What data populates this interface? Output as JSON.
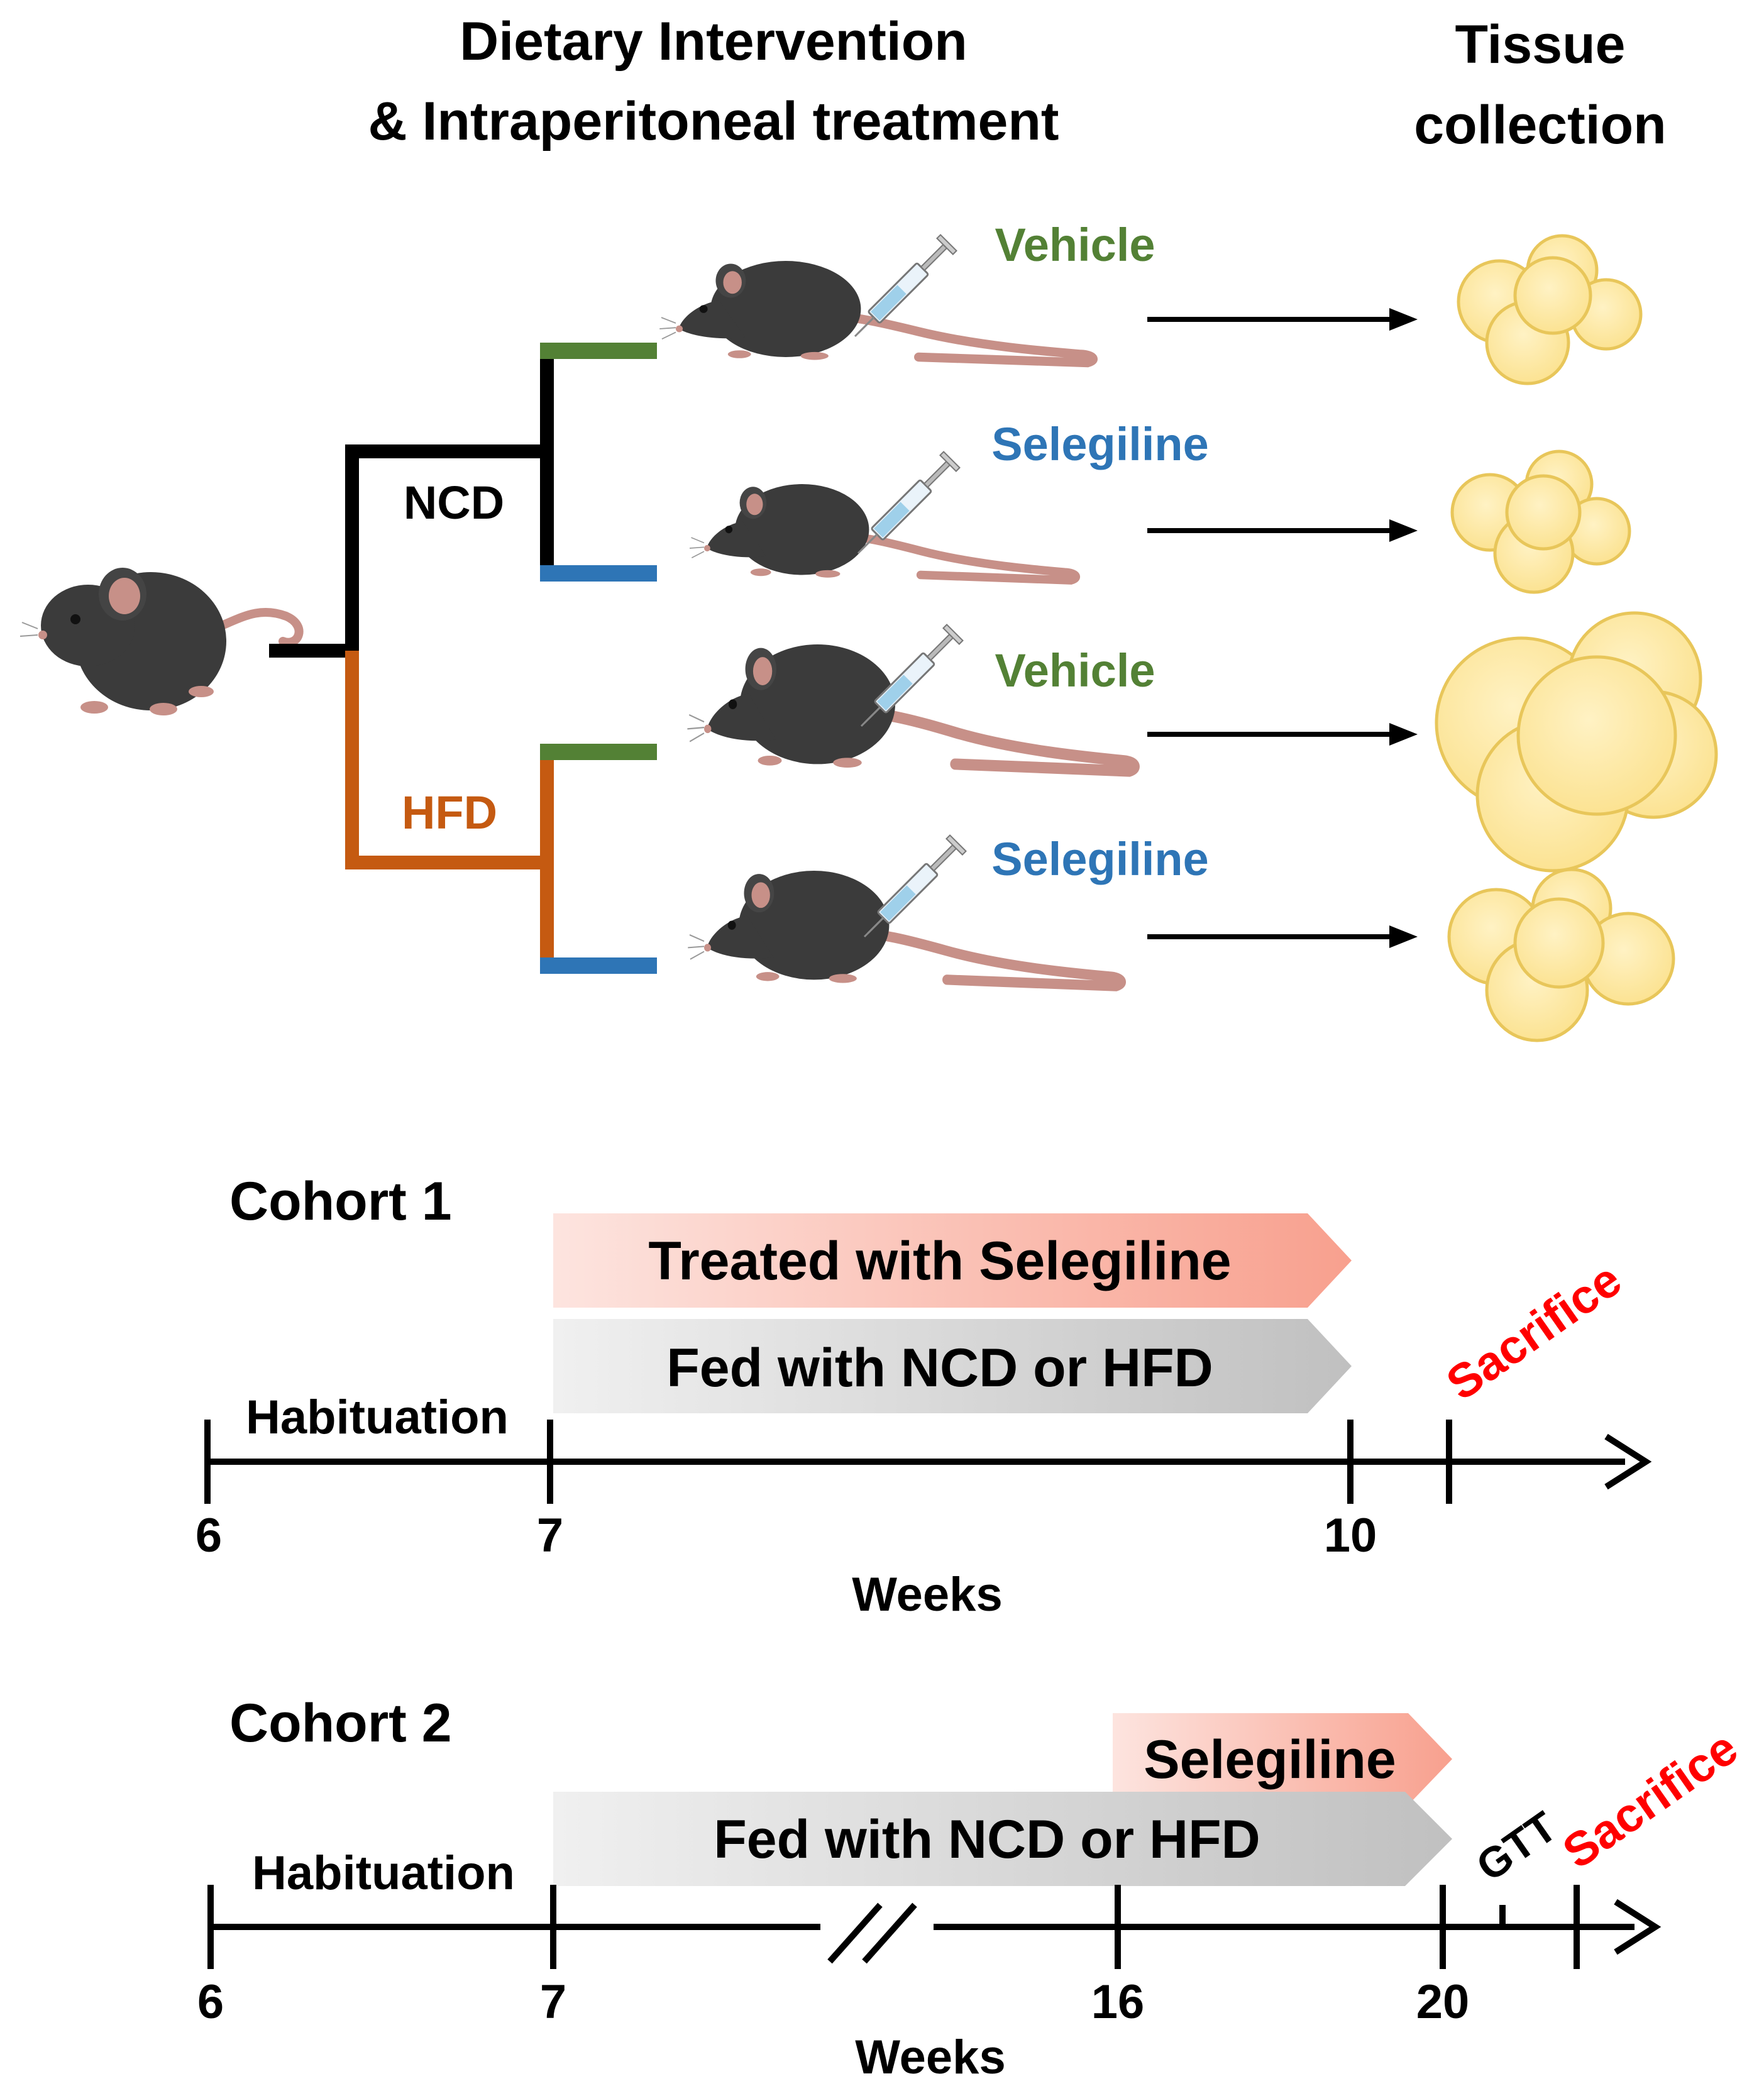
{
  "header": {
    "intervention_line1": "Dietary Intervention",
    "intervention_line2": "& Intraperitoneal treatment",
    "tissue_line1": "Tissue",
    "tissue_line2": "collection"
  },
  "tree": {
    "ncd_label": "NCD",
    "hfd_label": "HFD",
    "groups": [
      {
        "label": "Vehicle",
        "color": "#538135"
      },
      {
        "label": "Selegiline",
        "color": "#2e75b6"
      },
      {
        "label": "Vehicle",
        "color": "#538135"
      },
      {
        "label": "Selegiline",
        "color": "#2e75b6"
      }
    ],
    "colors": {
      "ncd": "#000000",
      "hfd": "#c55a11"
    }
  },
  "icons": [
    "mouse-icon",
    "syringe-icon",
    "adipocyte-cluster-icon",
    "arrow-right-icon"
  ],
  "cohort1": {
    "title": "Cohort 1",
    "treatment_bar": "Treated with Selegiline",
    "diet_bar": "Fed with NCD or HFD",
    "habituation": "Habituation",
    "sacrifice": "Sacrifice",
    "ticks": [
      "6",
      "7",
      "10"
    ],
    "axis_label": "Weeks"
  },
  "cohort2": {
    "title": "Cohort 2",
    "treatment_bar": "Selegiline",
    "diet_bar": "Fed with NCD or HFD",
    "habituation": "Habituation",
    "gtt": "GTT",
    "sacrifice": "Sacrifice",
    "ticks": [
      "6",
      "7",
      "16",
      "20"
    ],
    "axis_label": "Weeks"
  },
  "colors": {
    "sacrifice": "#ff0000",
    "treatment_gradient": [
      "#fde3de",
      "#f9a08f"
    ],
    "diet_gradient": [
      "#efefef",
      "#bfbfbf"
    ],
    "adipocyte_fill": "#fde89e",
    "adipocyte_stroke": "#e9c85a",
    "mouse_body": "#3a3a3a",
    "mouse_pink": "#c79088"
  }
}
